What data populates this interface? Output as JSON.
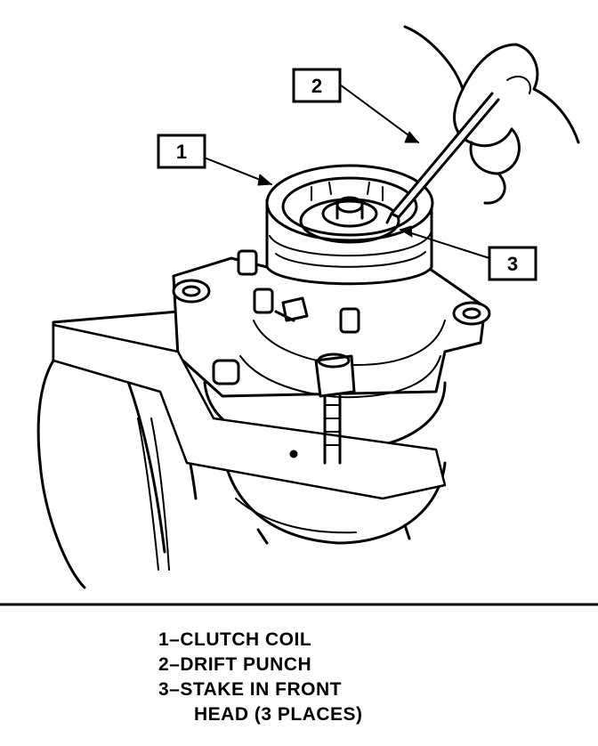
{
  "callouts": [
    {
      "number": "1"
    },
    {
      "number": "2"
    },
    {
      "number": "3"
    }
  ],
  "legend": [
    {
      "text": "1–CLUTCH COIL"
    },
    {
      "text": "2–DRIFT PUNCH"
    },
    {
      "text": "3–STAKE IN FRONT"
    },
    {
      "text": "HEAD (3 PLACES)"
    }
  ]
}
